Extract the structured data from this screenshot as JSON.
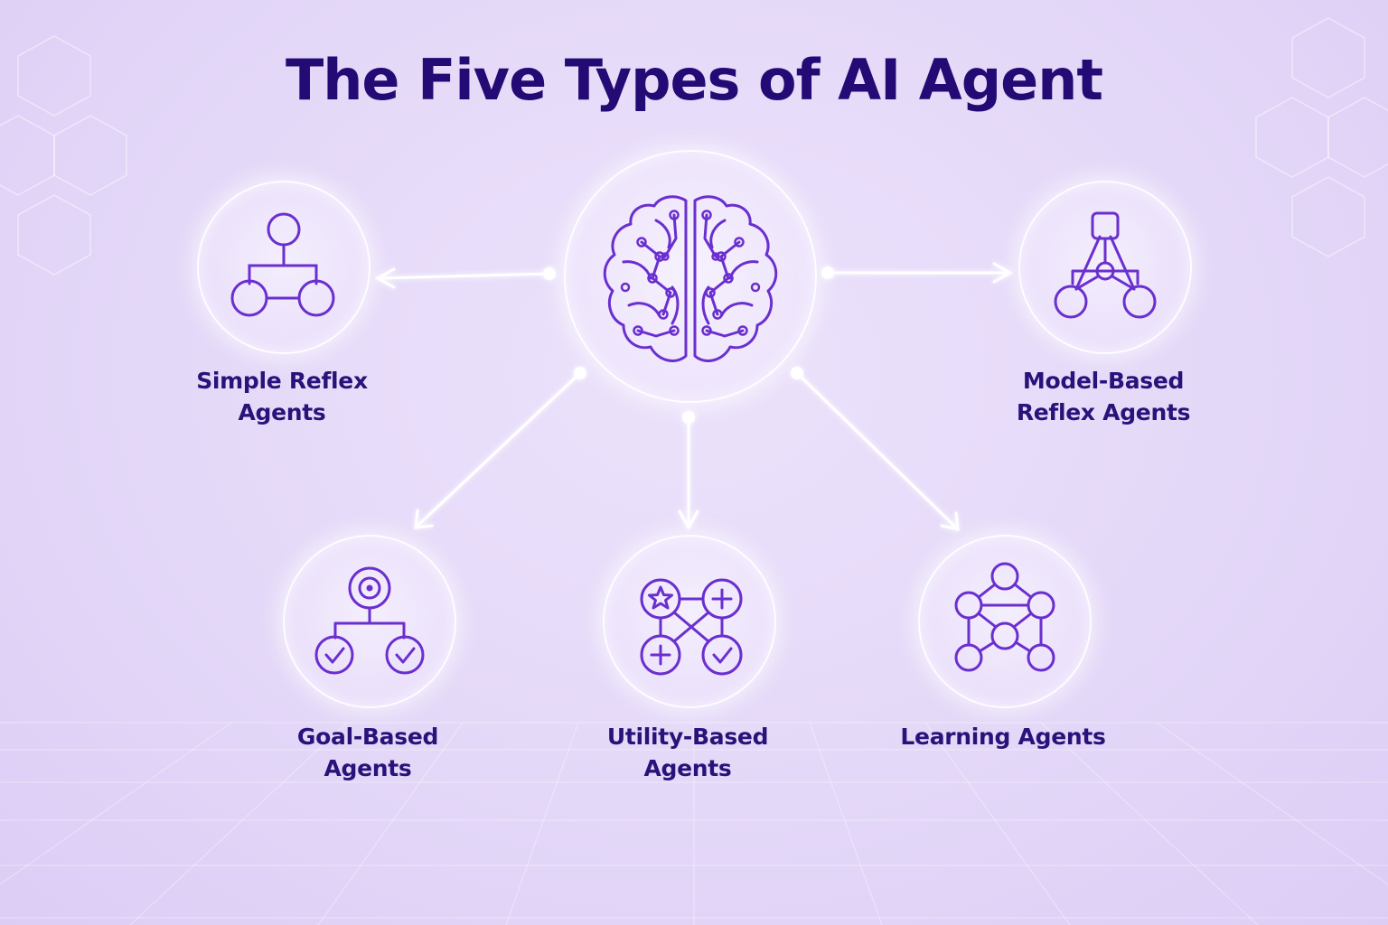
{
  "title": "The Five Types of AI Agent",
  "center": {
    "icon": "brain-circuit-icon"
  },
  "agents": {
    "simple_reflex": {
      "line1": "Simple Reflex",
      "line2": "Agents",
      "icon": "branch-tree-icon"
    },
    "model_based": {
      "line1": "Model-Based",
      "line2": "Reflex Agents",
      "icon": "network-hierarchy-icon"
    },
    "goal_based": {
      "line1": "Goal-Based",
      "line2": "Agents",
      "icon": "target-check-icon"
    },
    "utility_based": {
      "line1": "Utility-Based",
      "line2": "Agents",
      "icon": "star-plus-check-grid-icon"
    },
    "learning": {
      "line1": "Learning Agents",
      "icon": "learning-network-icon"
    }
  },
  "colors": {
    "title": "#230a74",
    "label": "#29127a",
    "icon_stroke": "#6a2fcf",
    "background": "#e4d8f8",
    "connector": "#ffffff"
  }
}
